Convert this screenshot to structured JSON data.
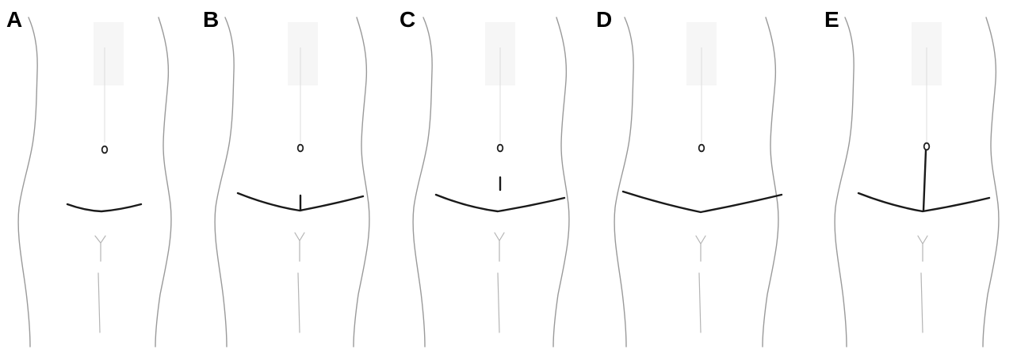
{
  "figure": {
    "panels": [
      {
        "label": "A",
        "incision": "short-transverse"
      },
      {
        "label": "B",
        "incision": "transverse-with-short-vertical"
      },
      {
        "label": "C",
        "incision": "transverse-with-separate-vertical"
      },
      {
        "label": "D",
        "incision": "full-width-transverse"
      },
      {
        "label": "E",
        "incision": "transverse-with-vertical-to-umbilicus"
      }
    ]
  }
}
